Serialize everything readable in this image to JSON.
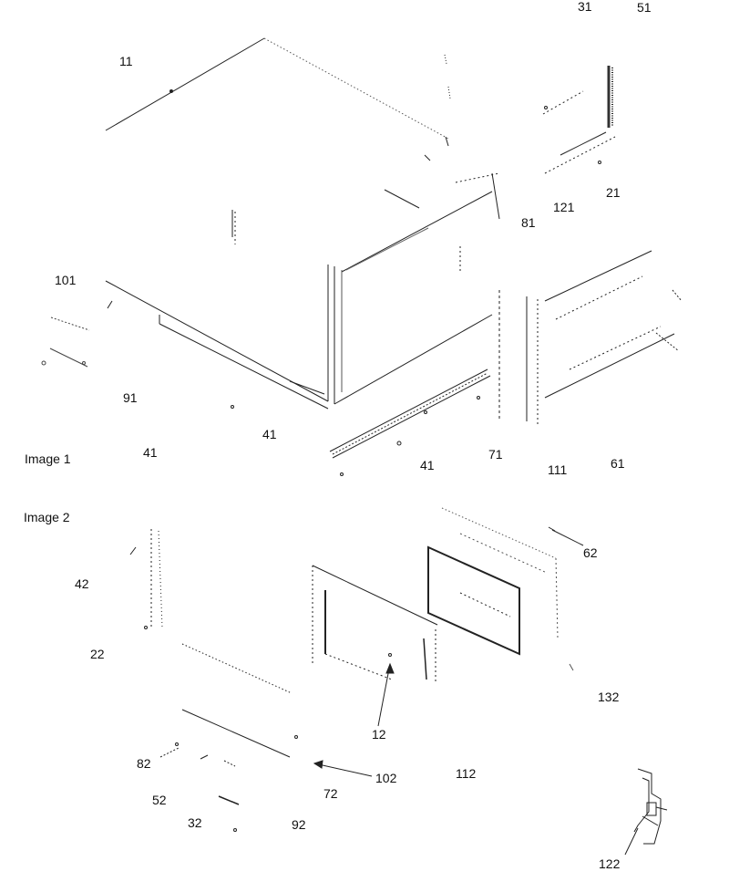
{
  "sections": [
    {
      "title": "Image 1"
    },
    {
      "title": "Image 2"
    }
  ],
  "callouts": {
    "c11": "11",
    "c31": "31",
    "c51": "51",
    "c21": "21",
    "c121": "121",
    "c81": "81",
    "c101": "101",
    "c91": "91",
    "c41a": "41",
    "c41b": "41",
    "c41c": "41",
    "c71": "71",
    "c111": "111",
    "c61": "61",
    "c62": "62",
    "c42": "42",
    "c22": "22",
    "c132": "132",
    "c12": "12",
    "c82": "82",
    "c102": "102",
    "c112": "112",
    "c72": "72",
    "c52": "52",
    "c32": "32",
    "c92": "92",
    "c122": "122"
  },
  "colors": {
    "line": "#222222",
    "faint": "#777777"
  }
}
